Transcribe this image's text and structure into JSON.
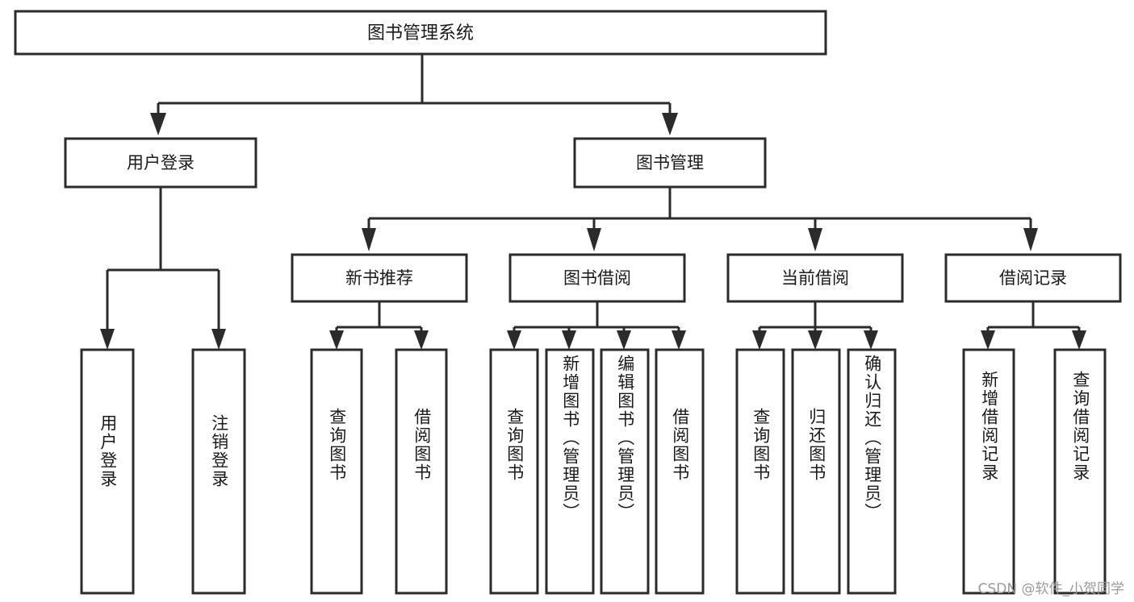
{
  "diagram": {
    "type": "tree-hierarchy",
    "title": "图书管理系统",
    "orientation": "top-down",
    "colors": {
      "box_stroke": "#2b2b2b",
      "box_fill": "#ffffff",
      "connector": "#2b2b2b",
      "text": "#1a1a1a",
      "watermark": "#9a9a9a",
      "background": "#ffffff"
    },
    "root": {
      "label": "图书管理系统"
    },
    "level2": [
      {
        "id": "user-login",
        "label": "用户登录"
      },
      {
        "id": "book-manage",
        "label": "图书管理"
      }
    ],
    "level3": [
      {
        "id": "new-book-recommend",
        "label": "新书推荐",
        "parent": "book-manage"
      },
      {
        "id": "book-borrow",
        "label": "图书借阅",
        "parent": "book-manage"
      },
      {
        "id": "current-borrow",
        "label": "当前借阅",
        "parent": "book-manage"
      },
      {
        "id": "borrow-record",
        "label": "借阅记录",
        "parent": "book-manage"
      }
    ],
    "leaves": {
      "user_login": [
        {
          "id": "leaf-user-login",
          "label": "用户登录"
        },
        {
          "id": "leaf-logout",
          "label": "注销登录"
        }
      ],
      "new_book_recommend": [
        {
          "id": "leaf-query-book-1",
          "label": "查询图书"
        },
        {
          "id": "leaf-borrow-book-1",
          "label": "借阅图书"
        }
      ],
      "book_borrow": [
        {
          "id": "leaf-query-book-2",
          "label": "查询图书"
        },
        {
          "id": "leaf-add-book",
          "label": "新增图书（管理员）"
        },
        {
          "id": "leaf-edit-book",
          "label": "编辑图书（管理员）"
        },
        {
          "id": "leaf-borrow-book-2",
          "label": "借阅图书"
        }
      ],
      "current_borrow": [
        {
          "id": "leaf-query-book-3",
          "label": "查询图书"
        },
        {
          "id": "leaf-return-book",
          "label": "归还图书"
        },
        {
          "id": "leaf-confirm-return",
          "label": "确认归还（管理员）"
        }
      ],
      "borrow_record": [
        {
          "id": "leaf-add-record",
          "label": "新增借阅记录"
        },
        {
          "id": "leaf-query-record",
          "label": "查询借阅记录"
        }
      ]
    }
  },
  "watermark": {
    "text": "CSDN @软件_小贺同学"
  }
}
